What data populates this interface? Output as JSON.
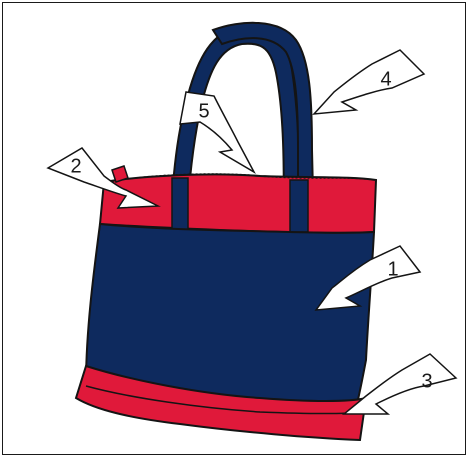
{
  "colors": {
    "navy": "#0e2a5e",
    "red": "#e0193a",
    "outline": "#141414",
    "background": "#ffffff"
  },
  "callouts": [
    {
      "id": "callout-1",
      "label": "1"
    },
    {
      "id": "callout-2",
      "label": "2"
    },
    {
      "id": "callout-3",
      "label": "3"
    },
    {
      "id": "callout-4",
      "label": "4"
    },
    {
      "id": "callout-5",
      "label": "5"
    }
  ]
}
